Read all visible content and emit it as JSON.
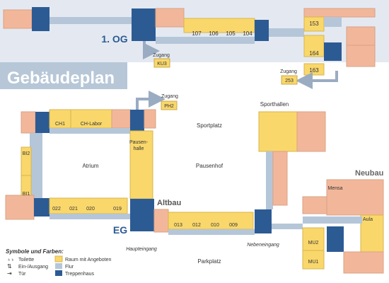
{
  "title": "Gebäudeplan",
  "floors": {
    "upper": "1. OG",
    "ground": "EG"
  },
  "upper_floor": {
    "rooms_offer": [
      "107",
      "106",
      "105",
      "104",
      "153",
      "164",
      "163"
    ],
    "exits": [
      {
        "label": "Zugang",
        "code": "KU3"
      },
      {
        "label": "Zugang",
        "code": "253"
      }
    ]
  },
  "ground_floor": {
    "rooms_offer": [
      "CH1",
      "CH-Labor",
      "BI2",
      "BI1",
      "022",
      "021",
      "020",
      "019",
      "013",
      "012",
      "010",
      "009",
      "MU2",
      "MU1",
      "Aula"
    ],
    "exits": [
      {
        "label": "Zugang",
        "code": "PH2"
      }
    ],
    "areas": [
      "Atrium",
      "Sportplatz",
      "Pausenhof",
      "Parkplatz",
      "Sporthallen",
      "Mensa"
    ],
    "pausenhalle": "Pausen-\nhalle",
    "buildings": {
      "altbau": "Altbau",
      "neubau": "Neubau"
    },
    "entrances": {
      "main": "Haupteingang",
      "side": "Nebeneingang"
    }
  },
  "legend": {
    "title": "Symbole und Farben:",
    "items": [
      {
        "symbol": "toilet",
        "label": "Toilette"
      },
      {
        "symbol": "entry-exit",
        "label": "Ein-/Ausgang"
      },
      {
        "symbol": "door",
        "label": "Tür"
      },
      {
        "color": "#f9d76b",
        "label": "Raum mit Angeboten"
      },
      {
        "color": "#b5c6d9",
        "label": "Flur"
      },
      {
        "color": "#2c5b94",
        "label": "Treppenhaus"
      }
    ]
  },
  "colors": {
    "room": "#f2b79a",
    "offer": "#f9d76b",
    "hall": "#b5c6d9",
    "stair": "#2c5b94",
    "upper_bg": "#e4e9f1",
    "title_bg": "#b7c7d8",
    "accent": "#2c5b94"
  }
}
